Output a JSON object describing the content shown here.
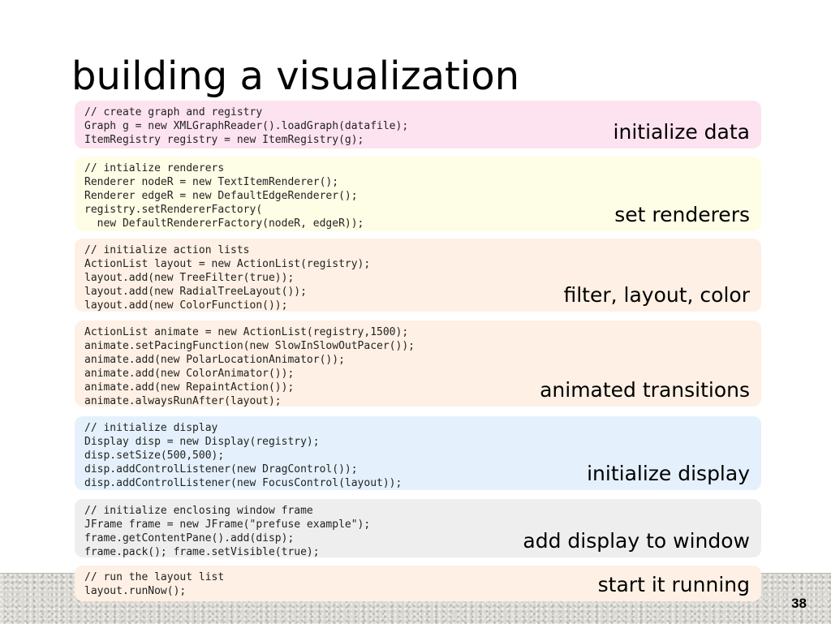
{
  "slide": {
    "title": "building a visualization",
    "page_number": "38",
    "colors": {
      "pink": "#fde3ef",
      "yellow": "#fefde6",
      "peach": "#fef0e4",
      "blue": "#e4f1fc",
      "gray": "#eeeeee"
    },
    "blocks": [
      {
        "color": "#fde3ef",
        "code": "// create graph and registry\nGraph g = new XMLGraphReader().loadGraph(datafile);\nItemRegistry registry = new ItemRegistry(g);",
        "label": "initialize data"
      },
      {
        "color": "#fefde6",
        "code": "// intialize renderers\nRenderer nodeR = new TextItemRenderer();\nRenderer edgeR = new DefaultEdgeRenderer();\nregistry.setRendererFactory(\n  new DefaultRendererFactory(nodeR, edgeR));",
        "label": "set renderers"
      },
      {
        "color": "#fef0e4",
        "code": "// initialize action lists\nActionList layout = new ActionList(registry);\nlayout.add(new TreeFilter(true));\nlayout.add(new RadialTreeLayout());\nlayout.add(new ColorFunction());",
        "label": "filter, layout, color"
      },
      {
        "color": "#fef0e4",
        "code": "ActionList animate = new ActionList(registry,1500);\nanimate.setPacingFunction(new SlowInSlowOutPacer());\nanimate.add(new PolarLocationAnimator());\nanimate.add(new ColorAnimator());\nanimate.add(new RepaintAction());\nanimate.alwaysRunAfter(layout);",
        "label": "animated transitions"
      },
      {
        "color": "#e4f1fc",
        "code": "// initialize display\nDisplay disp = new Display(registry);\ndisp.setSize(500,500);\ndisp.addControlListener(new DragControl());\ndisp.addControlListener(new FocusControl(layout));",
        "label": "initialize display"
      },
      {
        "color": "#eeeeee",
        "code": "// initialize enclosing window frame\nJFrame frame = new JFrame(\"prefuse example\");\nframe.getContentPane().add(disp);\nframe.pack(); frame.setVisible(true);",
        "label": "add display to window"
      },
      {
        "color": "#fef0e4",
        "code": "// run the layout list\nlayout.runNow();",
        "label": "start it running"
      }
    ]
  }
}
